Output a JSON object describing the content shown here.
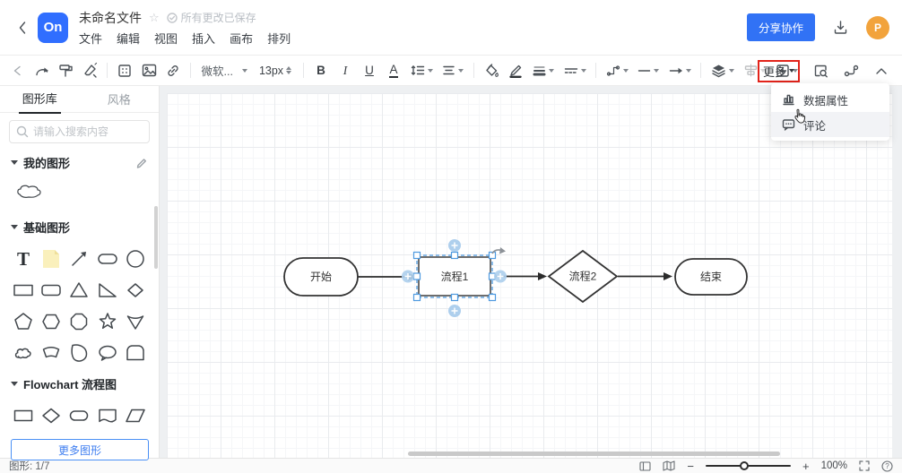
{
  "header": {
    "logo_text": "On",
    "title": "未命名文件",
    "save_status": "所有更改已保存",
    "menu": [
      "文件",
      "编辑",
      "视图",
      "插入",
      "画布",
      "排列"
    ],
    "share_button": "分享协作",
    "avatar_initial": "P"
  },
  "toolbar": {
    "font_family": "微软...",
    "font_size": "13px",
    "bold": "B",
    "italic": "I",
    "underline": "U",
    "font_color": "A",
    "more_button": "更多"
  },
  "dropdown": {
    "items": [
      {
        "label": "数据属性",
        "icon": "bar-chart-icon"
      },
      {
        "label": "评论",
        "icon": "comment-icon"
      }
    ]
  },
  "sidebar": {
    "tabs": [
      {
        "label": "图形库",
        "active": true
      },
      {
        "label": "风格",
        "active": false
      }
    ],
    "search_placeholder": "请输入搜索内容",
    "sections": [
      {
        "title": "我的图形"
      },
      {
        "title": "基础图形"
      },
      {
        "title": "Flowchart 流程图"
      }
    ],
    "more_shapes_button": "更多图形"
  },
  "canvas": {
    "nodes": [
      {
        "id": "start",
        "label": "开始",
        "shape": "stadium"
      },
      {
        "id": "process1",
        "label": "流程1",
        "shape": "rectangle",
        "selected": true
      },
      {
        "id": "process2",
        "label": "流程2",
        "shape": "diamond"
      },
      {
        "id": "end",
        "label": "结束",
        "shape": "stadium"
      }
    ]
  },
  "statusbar": {
    "shapes_count": "图形: 1/7",
    "zoom_minus": "−",
    "zoom_plus": "+",
    "zoom_level": "100%",
    "help_glyph": "?"
  },
  "icons": {
    "list": [
      "chevron-left-icon",
      "star-icon",
      "check-circle-icon",
      "download-icon",
      "undo-icon",
      "redo-icon",
      "format-painter-icon",
      "clear-format-icon",
      "grid-icon",
      "image-icon",
      "link-icon",
      "line-height-icon",
      "align-icon",
      "fill-color-icon",
      "line-color-icon",
      "line-width-icon",
      "line-style-icon",
      "connector-type-icon",
      "line-start-icon",
      "arrow-end-icon",
      "layers-icon",
      "align-objects-icon",
      "distribute-icon",
      "find-icon",
      "connect-icon",
      "collapse-icon",
      "search-icon",
      "edit-pencil-icon",
      "bar-chart-icon",
      "comment-icon",
      "cursor-hand-icon",
      "panel-icon",
      "minimap-icon",
      "fullscreen-icon",
      "help-icon"
    ]
  },
  "colors": {
    "accent_blue": "#3172f5",
    "logo_blue": "#306eff",
    "annotation_red": "#e2231a",
    "avatar_orange": "#f2a33c",
    "selection_blue": "#4e9ae0"
  }
}
